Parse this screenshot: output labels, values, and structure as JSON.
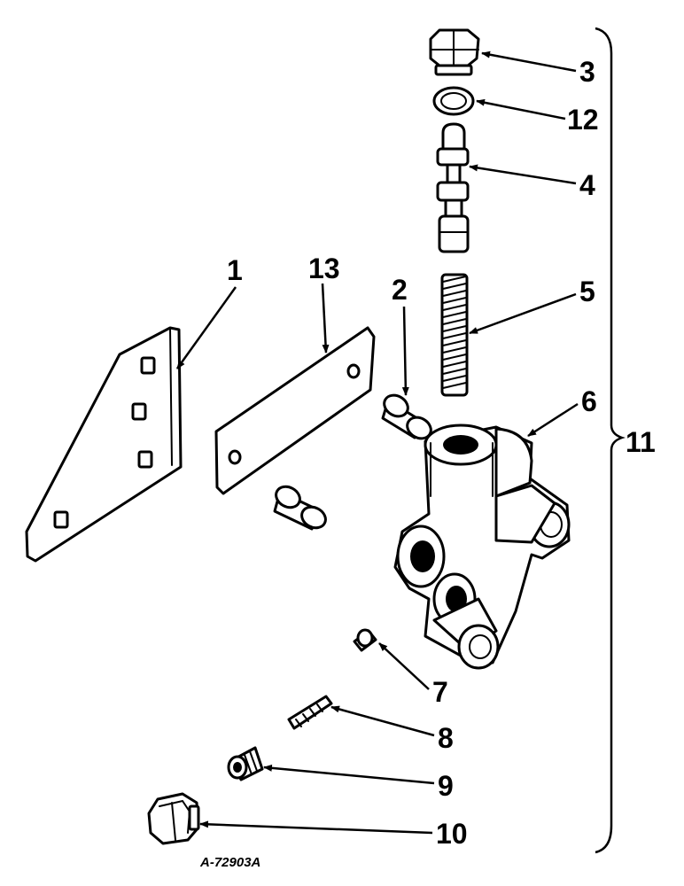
{
  "figure_id": "A-72903A",
  "callouts": {
    "c1": "1",
    "c2": "2",
    "c3": "3",
    "c4": "4",
    "c5": "5",
    "c6": "6",
    "c7": "7",
    "c8": "8",
    "c9": "9",
    "c10": "10",
    "c11": "11",
    "c12": "12",
    "c13": "13"
  }
}
